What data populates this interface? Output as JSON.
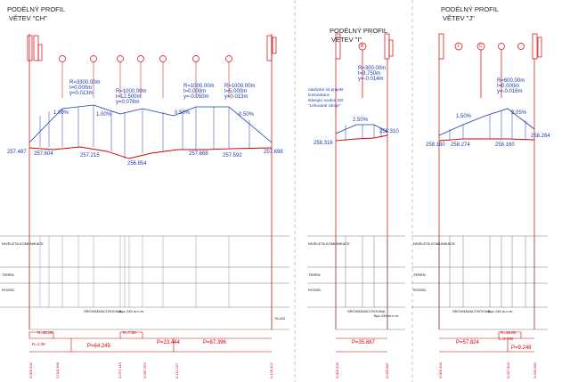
{
  "colors": {
    "red": "#d40000",
    "blue": "#1b3da8",
    "black": "#222222",
    "grid": "#555555"
  },
  "profiles": [
    {
      "title_line1": "PODÉLNÝ PROFIL",
      "title_line2": "VĚTEV \"CH\"",
      "row_labels": [
        "NIVELETA KOMUNIKACE",
        "TERÉN",
        "ROZDÍL"
      ],
      "datum": "SROVNÁVACÍ ROVINA",
      "datum_value": "Bpv 245 m.n.m.",
      "curves": [
        {
          "r": "R=3300.00m",
          "t": "t=0.000m",
          "y": "y=0.013m"
        },
        {
          "r": "R=1000.00m",
          "t": "t=12.500m",
          "y": "y=0.078m"
        },
        {
          "r": "R=1000.00m",
          "t": "t=0.000m",
          "y": "y=-0.050m"
        },
        {
          "r": "R=1000.00m",
          "t": "t=5.000m",
          "y": "y=0.013m"
        }
      ],
      "slopes": [
        "1.00%",
        "1.00%",
        "0.50%",
        "0.50%"
      ],
      "terrain_heights": [
        "257.487",
        "257.604",
        "257.215",
        "256.854",
        "257.668",
        "257.592",
        "257.698"
      ],
      "bottom_boxes": [
        "R=30.00",
        "R=7.00",
        "R=1.00"
      ],
      "bottom_values": [
        "P=64.245",
        "P=23.444",
        "P=87.396"
      ],
      "bottom_chainage": [
        "0.000 000",
        "0.018 398",
        "0.073 143",
        "0.087 093",
        "0.111 027",
        "0.178 422"
      ],
      "right_side_chainage": "76.422"
    },
    {
      "title_line1": "PODÉLNÝ PROFIL",
      "title_line2": "VĚTEV \"I\"",
      "marker": "B",
      "note": [
        "navázání na projekt",
        "komunikace",
        "stávající soubor SO",
        "\"Lehované zdroje\""
      ],
      "curves": [
        {
          "r": "R=300.00m",
          "t": "t=3.750m",
          "y": "y=-0.014m"
        }
      ],
      "slopes": [
        "2.50%"
      ],
      "row_labels": [
        "NIVELETA KOMUNIKACE",
        "TERÉN",
        "ROZDÍL"
      ],
      "datum": "SROVNÁVACÍ ROVINA",
      "datum_value": "Bpv 245 m.n.m.",
      "terrain_heights": [
        "258.316",
        "258.310"
      ],
      "bottom_values": [
        "P=35.887"
      ],
      "bottom_chainage": [
        "0.000 000",
        "0.035 887"
      ]
    },
    {
      "title_line1": "PODÉLNÝ PROFIL",
      "title_line2": "VĚTEV \"J\"",
      "markers": [
        "J",
        "C"
      ],
      "curves": [
        {
          "r": "R=600.00m",
          "t": "t=0.000m",
          "y": "y=-0.016m"
        }
      ],
      "slopes": [
        "1.50%",
        "2.05%"
      ],
      "row_labels": [
        "NIVELETA KOMUNIKACE",
        "TERÉN",
        "ROZDÍL"
      ],
      "datum": "SROVNÁVACÍ ROVINA",
      "datum_value": "Bpv 245 m.n.m.",
      "terrain_heights": [
        "258.180",
        "258.274",
        "258.160",
        "258.264"
      ],
      "bottom_boxes": [
        "R=19.00",
        "L=6.780"
      ],
      "bottom_values": [
        "P=57.824",
        "P=9.248"
      ],
      "bottom_chainage": [
        "0.000 000",
        "0.027 804",
        "0.039 685"
      ]
    }
  ]
}
